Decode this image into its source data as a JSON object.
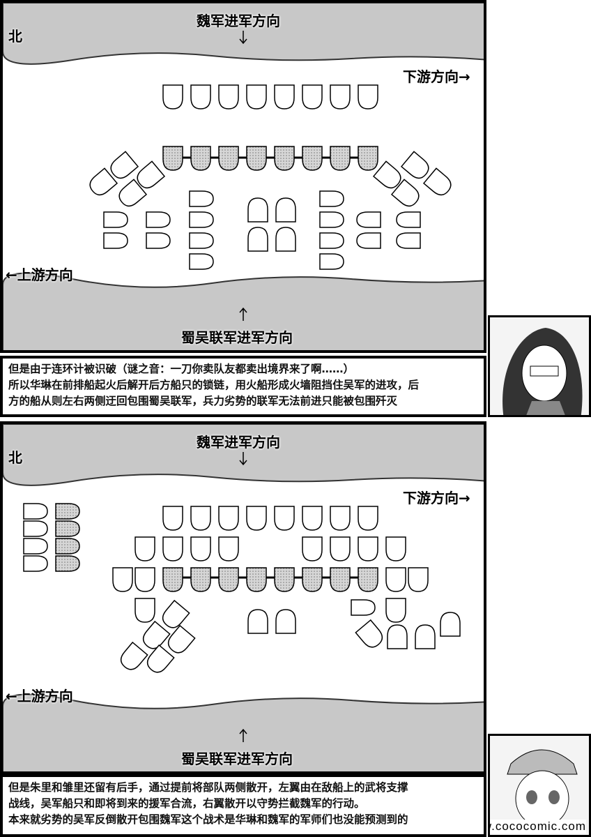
{
  "panels": [
    {
      "north": "北",
      "top_label": "魏军进军方向",
      "downstream": "下游方向→",
      "upstream": "←上游方向",
      "bottom_label": "蜀吴联军进军方向"
    },
    {
      "north": "北",
      "top_label": "魏军进军方向",
      "downstream": "下游方向→",
      "upstream": "←上游方向",
      "bottom_label": "蜀吴联军进军方向"
    }
  ],
  "captions": [
    [
      "但是由于连环计被识破（谜之音：一刀你卖队友都卖出境界来了啊……）",
      "所以华琳在前排船起火后解开后方船只的锁链，用火船形成火墙阻挡住吴军的进攻，后",
      "方的船从则左右两侧迂回包围蜀吴联军，兵力劣势的联军无法前进只能被包围歼灭"
    ],
    [
      "但是朱里和雏里还留有后手，通过提前将部队两侧散开，左翼由在敌船上的武将支撑",
      "战线，吴军船只和即将到来的援军合流，右翼散开以守势拦截魏军的行动。",
      "本来就劣势的吴军反倒散开包围魏军这个战术是华琳和魏军的军师们也没能预测到的"
    ]
  ],
  "watermark": "www.cococomic.com",
  "colors": {
    "river_bank": "#c8c8c8",
    "burning_ship": "#9a9a9a"
  }
}
